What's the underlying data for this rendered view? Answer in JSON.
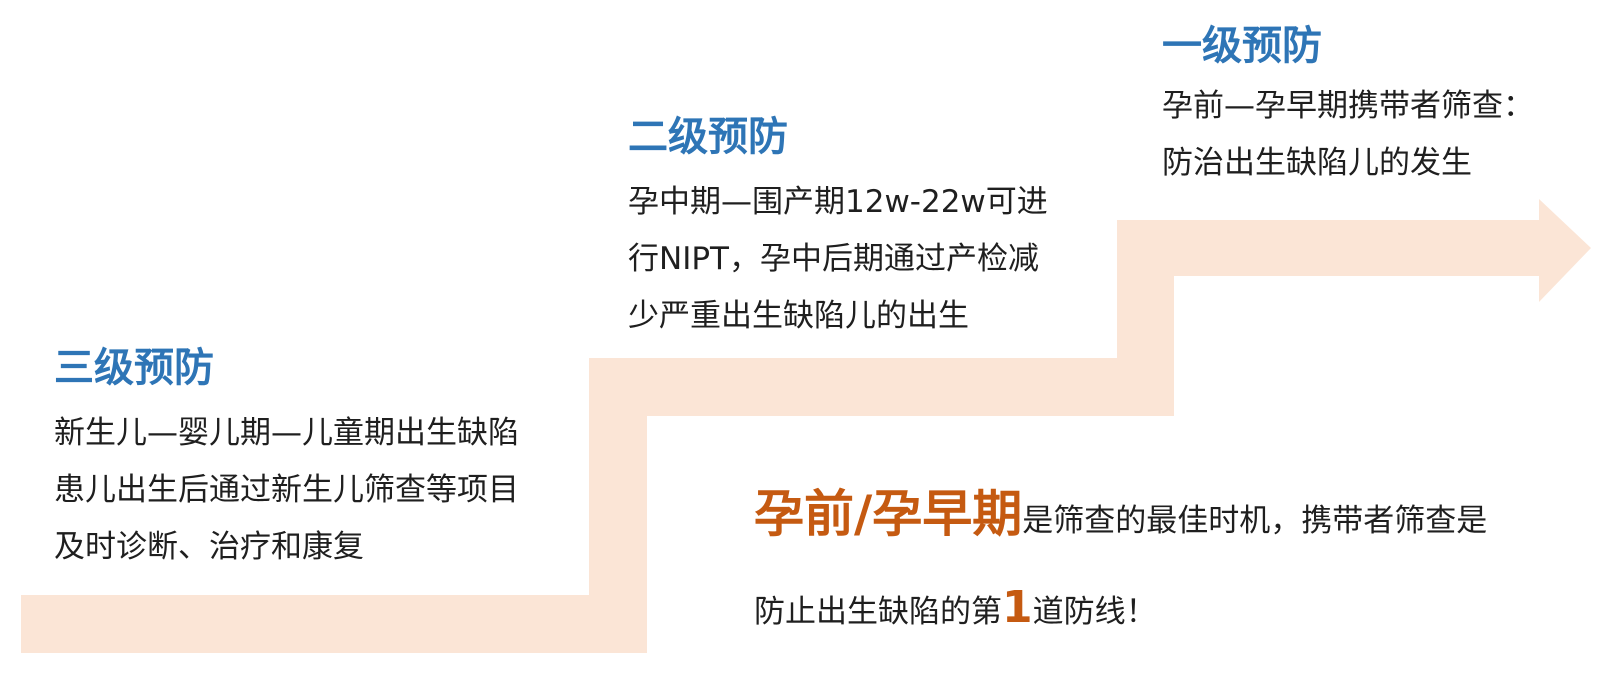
{
  "colors": {
    "heading": "#2e75b6",
    "body": "#1f1f1f",
    "accent": "#c55a11",
    "arrow": "#fbe5d6"
  },
  "levels": [
    {
      "heading": "一级预防",
      "lines": [
        "孕前—孕早期携带者筛查：",
        "防治出生缺陷儿的发生"
      ]
    },
    {
      "heading": "二级预防",
      "lines": [
        "孕中期—围产期12w-22w可进",
        "行NIPT，孕中后期通过产检减",
        "少严重出生缺陷儿的出生"
      ]
    },
    {
      "heading": "三级预防",
      "lines": [
        "新生儿—婴儿期—儿童期出生缺陷",
        "患儿出生后通过新生儿筛查等项目",
        "及时诊断、治疗和康复"
      ]
    }
  ],
  "callout": {
    "highlight": "孕前/孕早期",
    "line1_rest": "是筛查的最佳时机，携带者筛查是",
    "line2_before": "防止出生缺陷的第",
    "line2_number": "1",
    "line2_after": "道防线！"
  }
}
